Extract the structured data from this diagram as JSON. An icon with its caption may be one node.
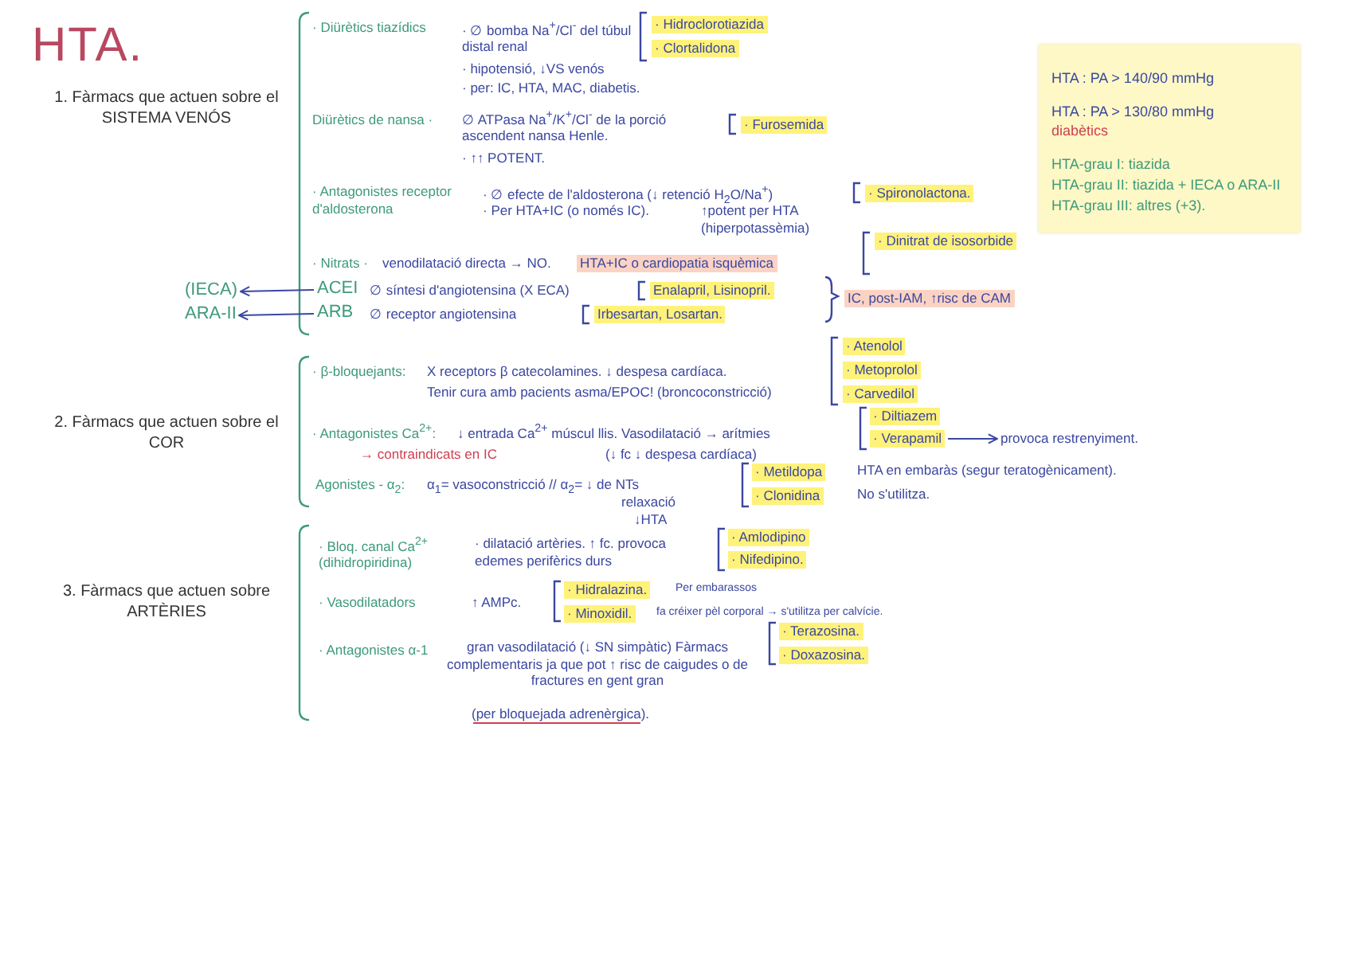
{
  "diagram": {
    "title": "HTA.",
    "nodes": [
      {
        "text": [
          "(IECA)"
        ]
      },
      {
        "text": [
          "ACEI"
        ]
      },
      {
        "text": [
          "ARA-II"
        ]
      },
      {
        "text": [
          "ARB"
        ]
      },
      {
        "text": [
          "· Verapamil"
        ]
      },
      {
        "text": [
          "provoca restrenyiment."
        ]
      },
      {
        "text": [
          "HTA : PA > 140/90 mmHg",
          "HTA : PA > 130/80 mmHg",
          "diabètics",
          "HTA-grau I: tiazida",
          "HTA-grau II: tiazida + IECA o ARA-II",
          "HTA-grau III: altres (+3)."
        ]
      },
      {
        "text": [
          "· Hidroclorotiazida"
        ]
      },
      {
        "text": [
          "· Clortalidona"
        ]
      },
      {
        "text": [
          "· Furosemida"
        ]
      },
      {
        "text": [
          "· Spironolactona."
        ]
      },
      {
        "text": [
          "· Dinitrat de isosorbide"
        ]
      },
      {
        "text": [
          "Enalapril, Lisinopril."
        ]
      },
      {
        "text": [
          "Irbesartan, Losartan."
        ]
      },
      {
        "text": [
          "· Atenolol"
        ]
      },
      {
        "text": [
          "· Metoprolol"
        ]
      },
      {
        "text": [
          "· Carvedilol"
        ]
      },
      {
        "text": [
          "· Diltiazem"
        ]
      },
      {
        "text": [
          "· Metildopa"
        ]
      },
      {
        "text": [
          "· Clonidina"
        ]
      },
      {
        "text": [
          "· Amlodipino"
        ]
      },
      {
        "text": [
          "· Nifedipino."
        ]
      },
      {
        "text": [
          "· Hidralazina."
        ]
      },
      {
        "text": [
          "· Minoxidil."
        ]
      },
      {
        "text": [
          "· Terazosina."
        ]
      },
      {
        "text": [
          "· Doxazosina."
        ]
      }
    ],
    "edges": [
      {
        "from": 1,
        "to": 0,
        "arrow": "to"
      },
      {
        "from": 3,
        "to": 2,
        "arrow": "to"
      },
      {
        "from": 4,
        "to": 5,
        "arrow": "to"
      }
    ],
    "labels": [
      "1. Fàrmacs que actuen sobre el SISTEMA VENÓS",
      "· Diürètics tiazídics",
      "· ∅ bomba Na$^{+}$/Cl$^{-}$ del túbul distal renal",
      "· hipotensió, ↓VS venós",
      "· per: IC, HTA, MAC, diabetis.",
      "Diürètics de nansa ·",
      "∅ ATPasa Na$^{+}$/K$^{+}$/Cl$^{-}$ de la porció ascendent nansa Henle.",
      "· ↑↑ POTENT.",
      "· Antagonistes receptor d'aldosterona",
      "· ∅ efecte de l'aldosterona (↓ retenció H$_{2}$O/Na$^{+}$)",
      "· Per HTA+IC (o només IC).",
      "↑potent per HTA (hiperpotassèmia)",
      "· Nitrats ·",
      "venodilatació directa → NO.",
      "HTA+IC o cardiopatia isquèmica",
      "∅ síntesi d'angiotensina (X ECA)",
      "∅ receptor angiotensina",
      "IC, post-IAM, ↑risc de CAM",
      "2. Fàrmacs que actuen sobre el COR",
      "· β-bloquejants:",
      "X receptors β catecolamines. ↓ despesa cardíaca.",
      "Tenir cura amb pacients asma/EPOC! (broncoconstricció)",
      "· Antagonistes Ca$^{2+}$:",
      "↓ entrada Ca$^{2+}$ múscul llis. Vasodilatació → arítmies",
      "→ contraindicats en IC",
      "(↓ fc ↓ despesa cardíaca)",
      "Agonistes - α$_{2}$:",
      "α$_{1}$= vasoconstricció // α$_{2}$= ↓ de NTs",
      "relaxació",
      "↓HTA",
      "HTA en embaràs (segur teratogènicament).",
      "No s'utilitza.",
      "3. Fàrmacs que actuen sobre ARTÈRIES",
      "· Bloq. canal Ca$^{2+}$ (dihidropiridina)",
      "· dilatació artèries. ↑ fc. provoca edemes perifèrics durs",
      "· Vasodilatadors",
      "↑ AMPc.",
      "Per embarassos",
      "fa créixer pèl corporal → s'utilitza per calvície.",
      "· Antagonistes α-1",
      "gran vasodilatació (↓ SN simpàtic) Fàrmacs complementaris ja que pot ↑ risc de caigudes o de fractures en gent gran",
      "(per bloquejada adrenèrgica)."
    ]
  }
}
